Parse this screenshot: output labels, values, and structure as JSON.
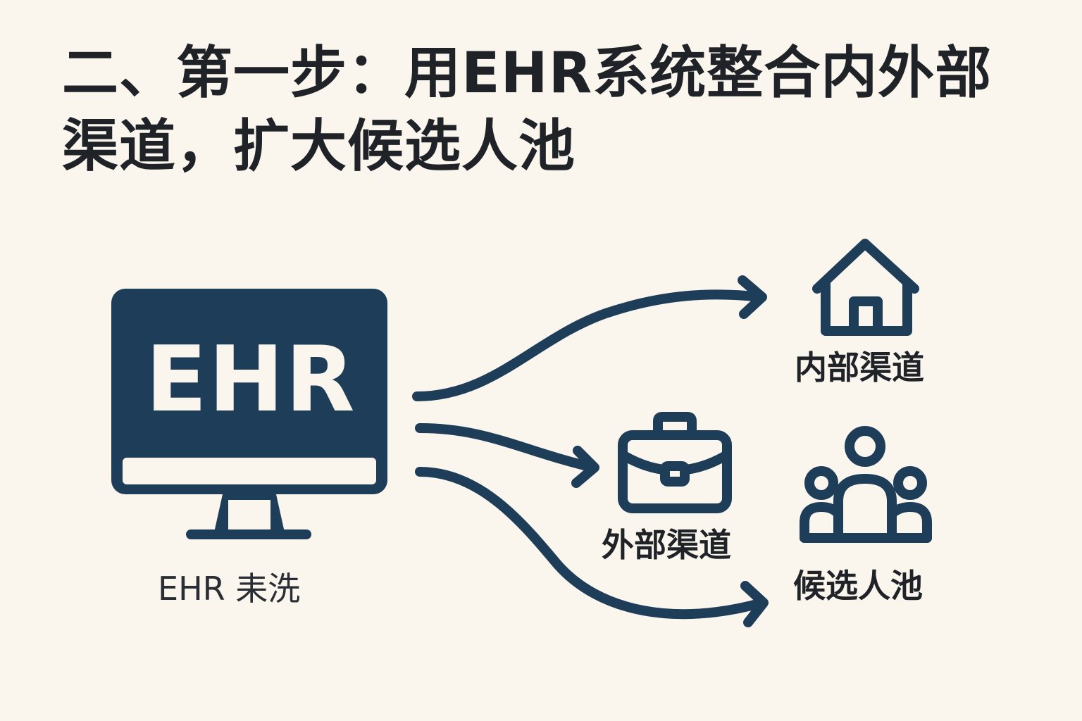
{
  "title": "二、第一步：用EHR系统整合内外部渠道，扩大候选人池",
  "computer": {
    "screen_text": "EHR",
    "caption": "EHR 耒洗"
  },
  "nodes": [
    {
      "icon": "house-icon",
      "label": "内部渠道"
    },
    {
      "icon": "briefcase-icon",
      "label": "外部渠道"
    },
    {
      "icon": "people-group-icon",
      "label": "候选人池"
    }
  ],
  "colors": {
    "background": "#faf6ee",
    "primary": "#1e3d58",
    "text": "#1f2227"
  }
}
